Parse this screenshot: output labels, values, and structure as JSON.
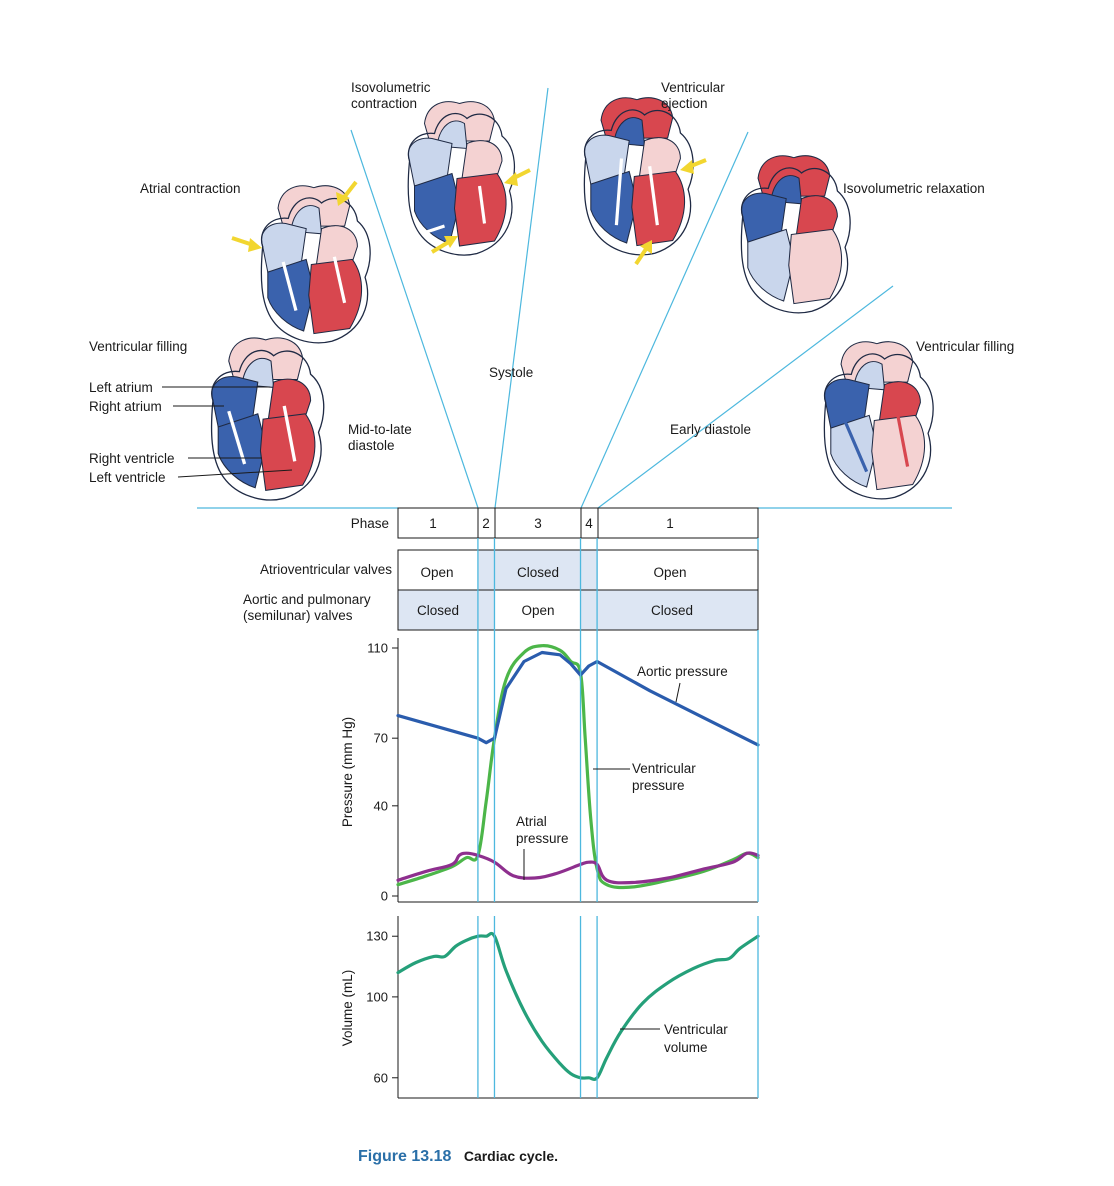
{
  "stage_labels": {
    "atrial_contraction": "Atrial contraction",
    "isovolumetric_contraction_1": "Isovolumetric",
    "isovolumetric_contraction_2": "contraction",
    "ventricular_ejection_1": "Ventricular",
    "ventricular_ejection_2": "ejection",
    "isovolumetric_relaxation": "Isovolumetric relaxation",
    "ventricular_filling_left": "Ventricular filling",
    "ventricular_filling_right": "Ventricular filling",
    "systole": "Systole",
    "mid_late_diastole_1": "Mid-to-late",
    "mid_late_diastole_2": "diastole",
    "early_diastole": "Early diastole"
  },
  "heart_parts": {
    "left_atrium": "Left atrium",
    "right_atrium": "Right atrium",
    "right_ventricle": "Right ventricle",
    "left_ventricle": "Left ventricle"
  },
  "colors": {
    "oxygen_poor": "#3a62ad",
    "oxygen_rich": "#d8474f",
    "pale_blue": "#c9d6ec",
    "pale_pink": "#f4d2d2",
    "arrow_yellow": "#f2d630",
    "guide_line": "#4db8de",
    "shade": "#dde6f3",
    "aortic_pressure": "#2a5cad",
    "ventricular_pressure": "#4cb649",
    "atrial_pressure": "#8e2f8e",
    "ventricular_volume": "#25a07a"
  },
  "phase_table": {
    "phase_label": "Phase",
    "phases": [
      "1",
      "2",
      "3",
      "4",
      "1"
    ],
    "av_label": "Atrioventricular valves",
    "av_states": [
      "Open",
      "Closed",
      "Open"
    ],
    "semilunar_label_1": "Aortic and pulmonary",
    "semilunar_label_2": "(semilunar) valves",
    "semilunar_states": [
      "Closed",
      "Open",
      "Closed"
    ]
  },
  "chart_data": [
    {
      "type": "line",
      "ylabel": "Pressure (mm Hg)",
      "yticks": [
        0,
        40,
        70,
        110
      ],
      "ylim": [
        0,
        110
      ],
      "x_unit": "fraction of cardiac cycle",
      "phase_boundaries": [
        0.222,
        0.268,
        0.507,
        0.553
      ],
      "series": [
        {
          "name": "Aortic pressure",
          "x": [
            0,
            0.222,
            0.245,
            0.268,
            0.3,
            0.35,
            0.4,
            0.45,
            0.48,
            0.507,
            0.53,
            0.553,
            0.7,
            0.85,
            1.0
          ],
          "y": [
            80,
            70,
            68,
            70,
            92,
            104,
            108,
            107,
            103,
            98,
            102,
            104,
            91,
            79,
            67
          ]
        },
        {
          "name": "Ventricular pressure",
          "x": [
            0,
            0.08,
            0.15,
            0.19,
            0.222,
            0.245,
            0.268,
            0.3,
            0.35,
            0.4,
            0.45,
            0.48,
            0.507,
            0.52,
            0.535,
            0.553,
            0.58,
            0.65,
            0.75,
            0.85,
            0.93,
            0.97,
            1.0
          ],
          "y": [
            5,
            9,
            13,
            17,
            18,
            42,
            70,
            96,
            108,
            111,
            109,
            104,
            99,
            70,
            35,
            12,
            5,
            4,
            7,
            11,
            16,
            19,
            17
          ],
          "interpolation": "smooth"
        },
        {
          "name": "Atrial pressure",
          "x": [
            0,
            0.08,
            0.15,
            0.17,
            0.19,
            0.222,
            0.268,
            0.32,
            0.38,
            0.44,
            0.507,
            0.53,
            0.553,
            0.58,
            0.65,
            0.75,
            0.85,
            0.93,
            0.97,
            1.0
          ],
          "y": [
            7,
            11,
            14,
            18,
            19,
            18,
            15,
            9,
            8,
            10,
            14,
            15,
            14,
            7,
            6,
            8,
            12,
            15,
            19,
            18
          ],
          "interpolation": "smooth"
        }
      ],
      "annotations": [
        {
          "label": "Aortic pressure",
          "x": 0.8,
          "y": 91
        },
        {
          "label": "Ventricular pressure",
          "x": 0.54,
          "y": 50
        },
        {
          "label": "Atrial pressure",
          "x": 0.38,
          "y": 8
        }
      ]
    },
    {
      "type": "line",
      "ylabel": "Volume (mL)",
      "yticks": [
        60,
        100,
        130
      ],
      "ylim": [
        50,
        140
      ],
      "x_unit": "fraction of cardiac cycle",
      "phase_boundaries": [
        0.222,
        0.268,
        0.507,
        0.553
      ],
      "series": [
        {
          "name": "Ventricular volume",
          "x": [
            0,
            0.05,
            0.1,
            0.13,
            0.16,
            0.19,
            0.222,
            0.245,
            0.268,
            0.3,
            0.35,
            0.4,
            0.45,
            0.48,
            0.507,
            0.53,
            0.553,
            0.58,
            0.62,
            0.68,
            0.75,
            0.82,
            0.88,
            0.92,
            0.95,
            1.0
          ],
          "y": [
            112,
            117,
            120,
            120,
            125,
            128,
            130,
            130,
            130,
            113,
            93,
            78,
            67,
            62,
            60,
            60,
            60,
            70,
            83,
            97,
            107,
            114,
            118,
            119,
            124,
            130
          ],
          "interpolation": "smooth"
        }
      ],
      "annotations": [
        {
          "label": "Ventricular volume",
          "x": 0.72,
          "y": 93
        }
      ]
    }
  ],
  "annotation_lines": {
    "ventricular_pressure_1": "Ventricular",
    "ventricular_pressure_2": "pressure",
    "atrial_pressure_1": "Atrial",
    "atrial_pressure_2": "pressure",
    "ventricular_volume_1": "Ventricular",
    "ventricular_volume_2": "volume"
  },
  "caption": {
    "number": "Figure 13.18",
    "text": "Cardiac cycle."
  }
}
